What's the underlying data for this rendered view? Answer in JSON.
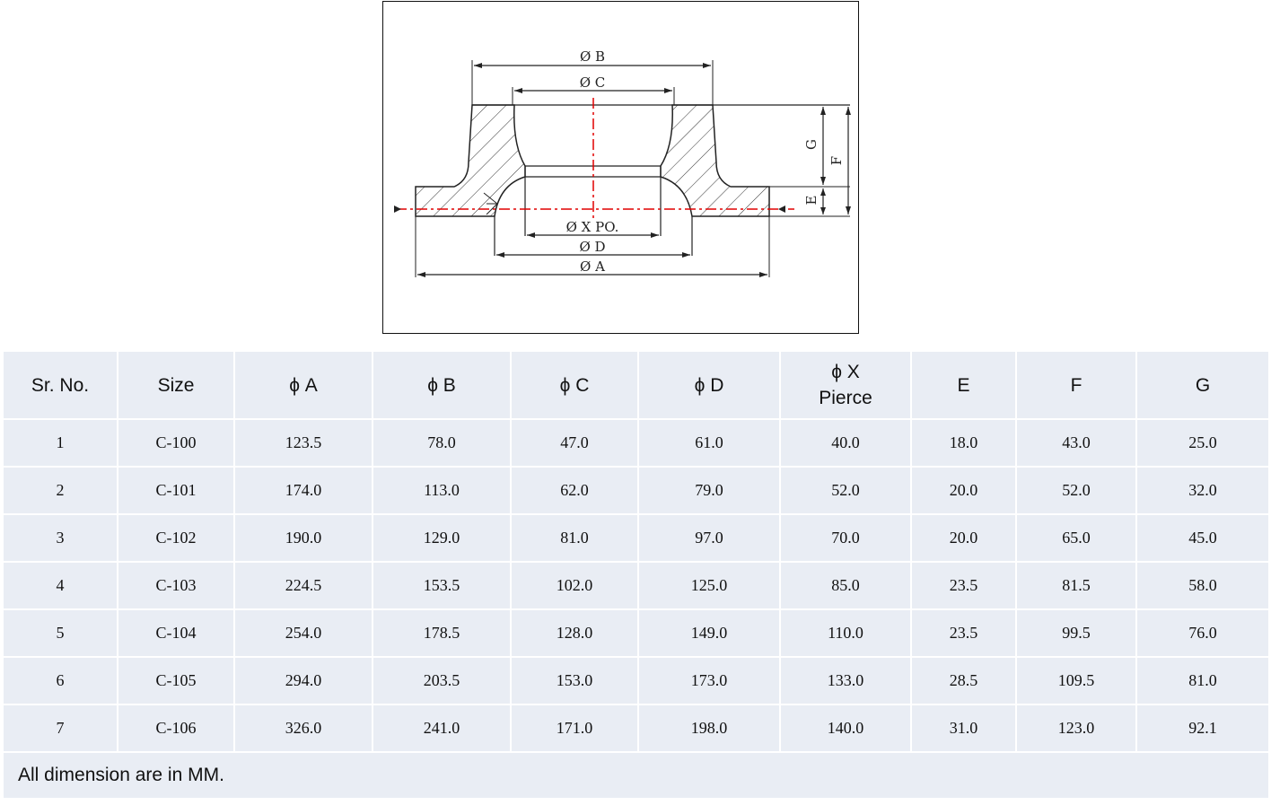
{
  "drawing": {
    "labels": {
      "b": "Ø B",
      "c": "Ø C",
      "x": "Ø X PO.",
      "d": "Ø D",
      "a": "Ø A",
      "g": "G",
      "f": "F",
      "e": "E"
    },
    "centerline_color": "#e00000"
  },
  "table": {
    "headers": [
      "Sr. No.",
      "Size",
      "ϕ A",
      "ϕ B",
      "ϕ C",
      "ϕ D",
      "ϕ X\nPierce",
      "E",
      "F",
      "G"
    ],
    "rows": [
      [
        "1",
        "C-100",
        "123.5",
        "78.0",
        "47.0",
        "61.0",
        "40.0",
        "18.0",
        "43.0",
        "25.0"
      ],
      [
        "2",
        "C-101",
        "174.0",
        "113.0",
        "62.0",
        "79.0",
        "52.0",
        "20.0",
        "52.0",
        "32.0"
      ],
      [
        "3",
        "C-102",
        "190.0",
        "129.0",
        "81.0",
        "97.0",
        "70.0",
        "20.0",
        "65.0",
        "45.0"
      ],
      [
        "4",
        "C-103",
        "224.5",
        "153.5",
        "102.0",
        "125.0",
        "85.0",
        "23.5",
        "81.5",
        "58.0"
      ],
      [
        "5",
        "C-104",
        "254.0",
        "178.5",
        "128.0",
        "149.0",
        "110.0",
        "23.5",
        "99.5",
        "76.0"
      ],
      [
        "6",
        "C-105",
        "294.0",
        "203.5",
        "153.0",
        "173.0",
        "133.0",
        "28.5",
        "109.5",
        "81.0"
      ],
      [
        "7",
        "C-106",
        "326.0",
        "241.0",
        "171.0",
        "198.0",
        "140.0",
        "31.0",
        "123.0",
        "92.1"
      ]
    ],
    "footer": "All dimension are in MM.",
    "cell_bg": "#e9edf4"
  }
}
